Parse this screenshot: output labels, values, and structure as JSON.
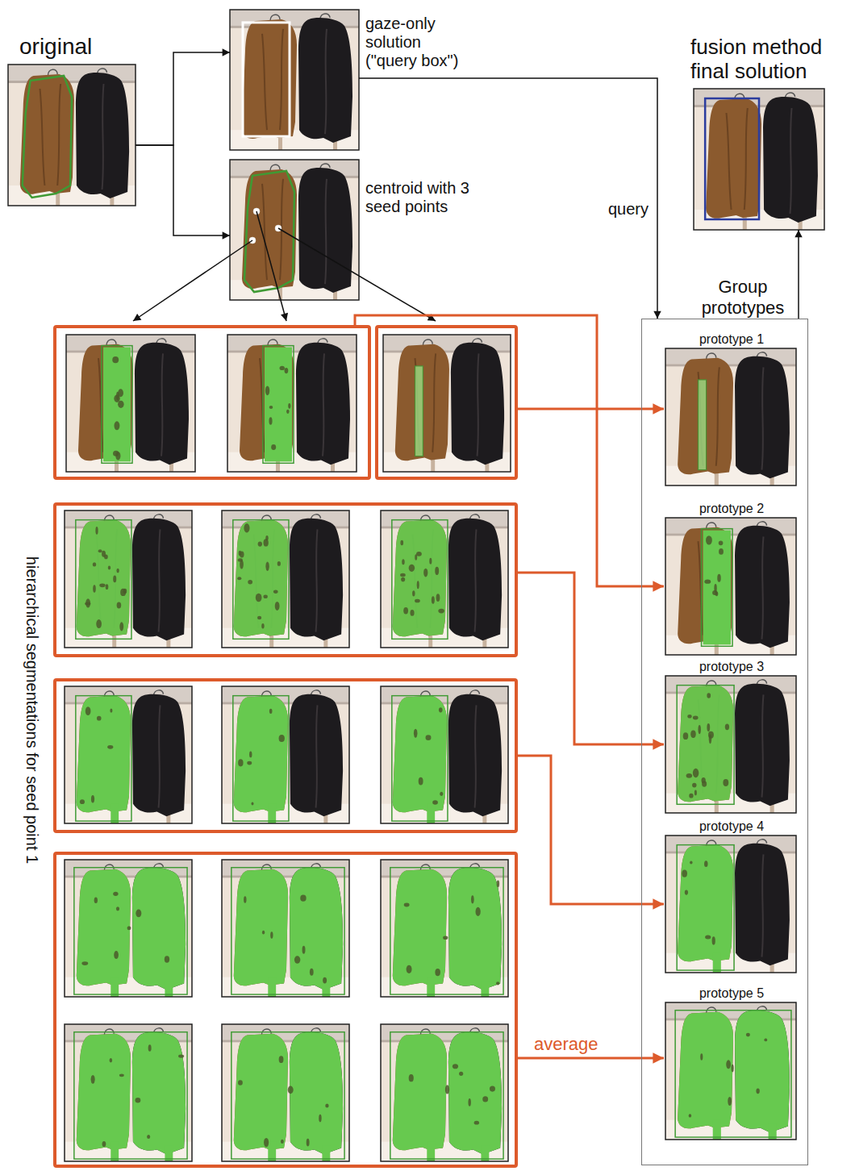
{
  "diagram": {
    "nodes": [
      {
        "text": [
          "original"
        ]
      },
      {
        "text": [
          "gaze-only solution (\"query box\")"
        ]
      },
      {
        "text": [
          "centroid with 3 seed points"
        ]
      },
      {
        "text": [
          "fusion method final solution"
        ]
      },
      {
        "text": [
          "Group prototypes"
        ]
      },
      {
        "text": [
          "prototype 1"
        ],
        "in": 4
      },
      {
        "text": [
          "prototype 2"
        ],
        "in": 4
      },
      {
        "text": [
          "prototype 3"
        ],
        "in": 4
      },
      {
        "text": [
          "prototype 4"
        ],
        "in": 4
      },
      {
        "text": [
          "prototype 5"
        ],
        "in": 4
      }
    ],
    "edges": [
      {
        "from": 0,
        "to": 1,
        "arrow": "to"
      },
      {
        "from": 0,
        "to": 2,
        "arrow": "to"
      },
      {
        "from": 1,
        "to": 4,
        "label": "query",
        "arrow": "to"
      },
      {
        "from": 4,
        "to": 3,
        "arrow": "to"
      }
    ],
    "labels": [
      "hierarchical segmentations for seed point 1",
      "average"
    ]
  }
}
